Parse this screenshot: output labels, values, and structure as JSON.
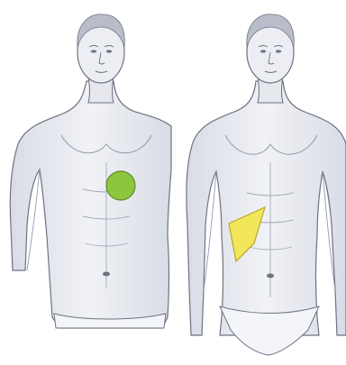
{
  "figures": [
    {
      "id": "left-figure",
      "marker": {
        "shape": "circle",
        "color": "#8cc63f",
        "stroke": "#5f8a2a"
      }
    },
    {
      "id": "right-figure",
      "marker": {
        "shape": "quadrilateral",
        "color": "#f2e65a",
        "stroke": "#b8a82a"
      }
    }
  ],
  "colors": {
    "skin": "#eceef3",
    "skin_shade": "#d7dbe4",
    "outline": "#6e7282",
    "hair": "#b9bdc9",
    "underwear": "#f4f5f8"
  }
}
